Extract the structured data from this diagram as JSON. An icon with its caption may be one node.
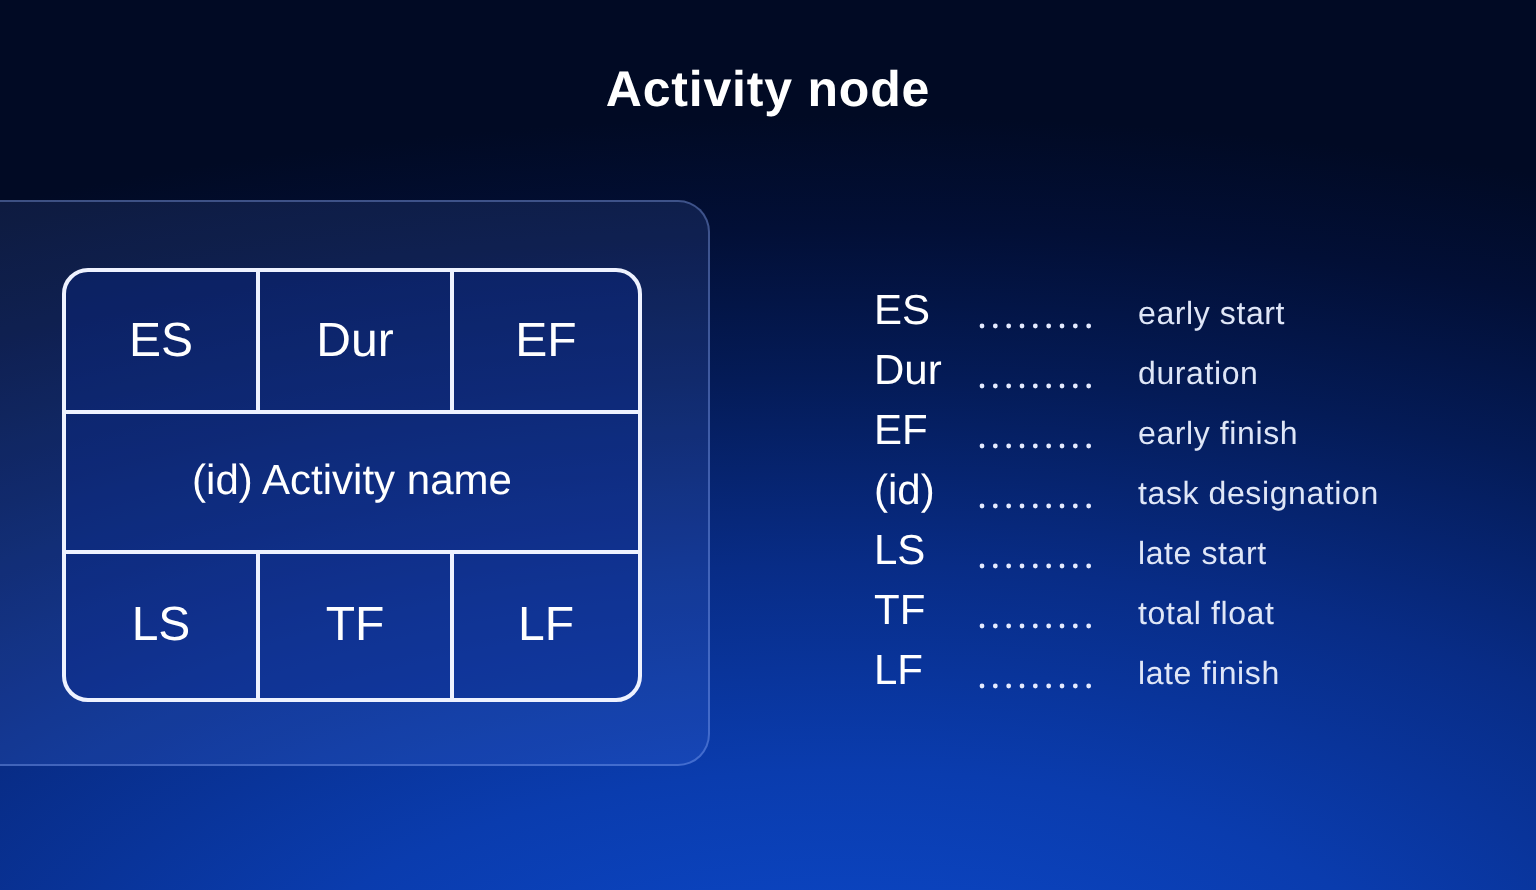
{
  "diagram": {
    "title": "Activity node",
    "labels": [
      "ES",
      "Dur",
      "EF",
      "(id) Activity name",
      "LS",
      "TF",
      "LF",
      "ES",
      "early start",
      "Dur",
      "duration",
      "EF",
      "early finish",
      "(id)",
      "task designation",
      "LS",
      "late start",
      "TF",
      "total float",
      "LF",
      "late finish"
    ]
  }
}
